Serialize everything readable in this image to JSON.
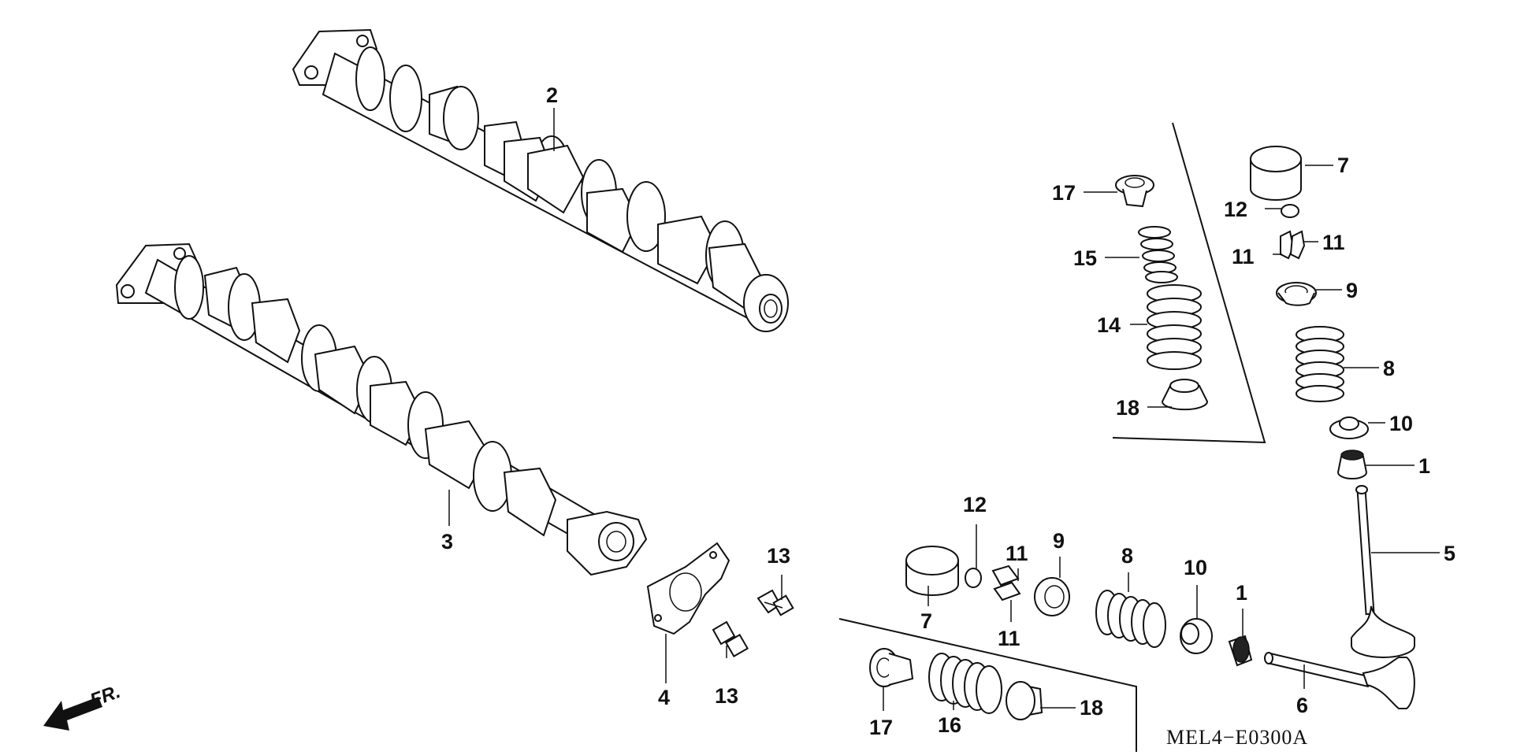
{
  "diagram": {
    "code": "MEL4−E0300A",
    "direction": "FR.",
    "callouts": {
      "intake_camshaft": "2",
      "exhaust_camshaft": "3",
      "cam_plate": "4",
      "bolt_upper": "13",
      "bolt_lower": "13",
      "r_lifter": "7",
      "r_shim": "12",
      "r_cotter_a": "11",
      "r_cotter_b": "11",
      "r_retainer": "9",
      "r_spring": "8",
      "r_seat": "10",
      "r_seal": "1",
      "r_valve": "5",
      "ri_retainer": "17",
      "ri_inner_spring": "15",
      "ri_outer_spring": "14",
      "ri_seat": "18",
      "b_shim": "12",
      "b_cotter_top": "11",
      "b_cotter_bottom": "11",
      "b_retainer": "9",
      "b_spring": "8",
      "b_seat": "10",
      "b_seal": "1",
      "b_lifter": "7",
      "b_valve": "6",
      "bi_retainer": "17",
      "bi_spring": "16",
      "bi_seat": "18"
    }
  }
}
